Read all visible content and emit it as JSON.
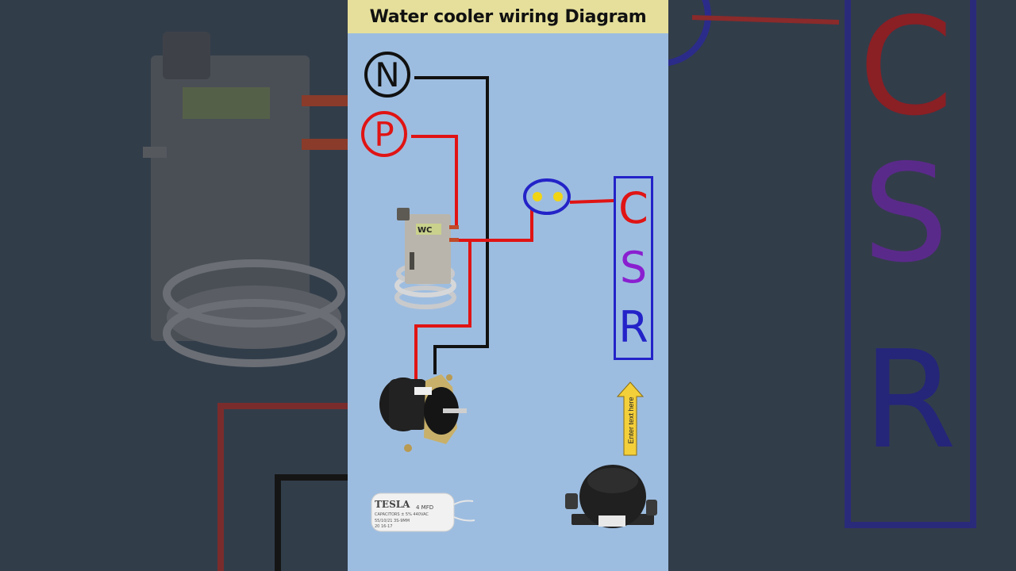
{
  "title": "Water cooler wiring Diagram",
  "terminals": {
    "neutral": "N",
    "phase": "P"
  },
  "compressor_terminals": {
    "c": "C",
    "s": "S",
    "r": "R"
  },
  "thermostat_label": "WC",
  "arrow_text": "Enter text here",
  "capacitor": {
    "brand": "TESLA",
    "rating": "4 MFD",
    "line1": "CAPACITORS ± 5% 440VAC",
    "line2": "55/10/21 3S-9MM",
    "line3": "20 16-17"
  },
  "colors": {
    "panel": "#9dbde0",
    "title_bg": "#e5df9b",
    "neutral_wire": "#111111",
    "phase_wire": "#e01414",
    "c_color": "#e01414",
    "s_color": "#8a1fd0",
    "r_color": "#2323c8",
    "arrow": "#f3cf3a"
  }
}
